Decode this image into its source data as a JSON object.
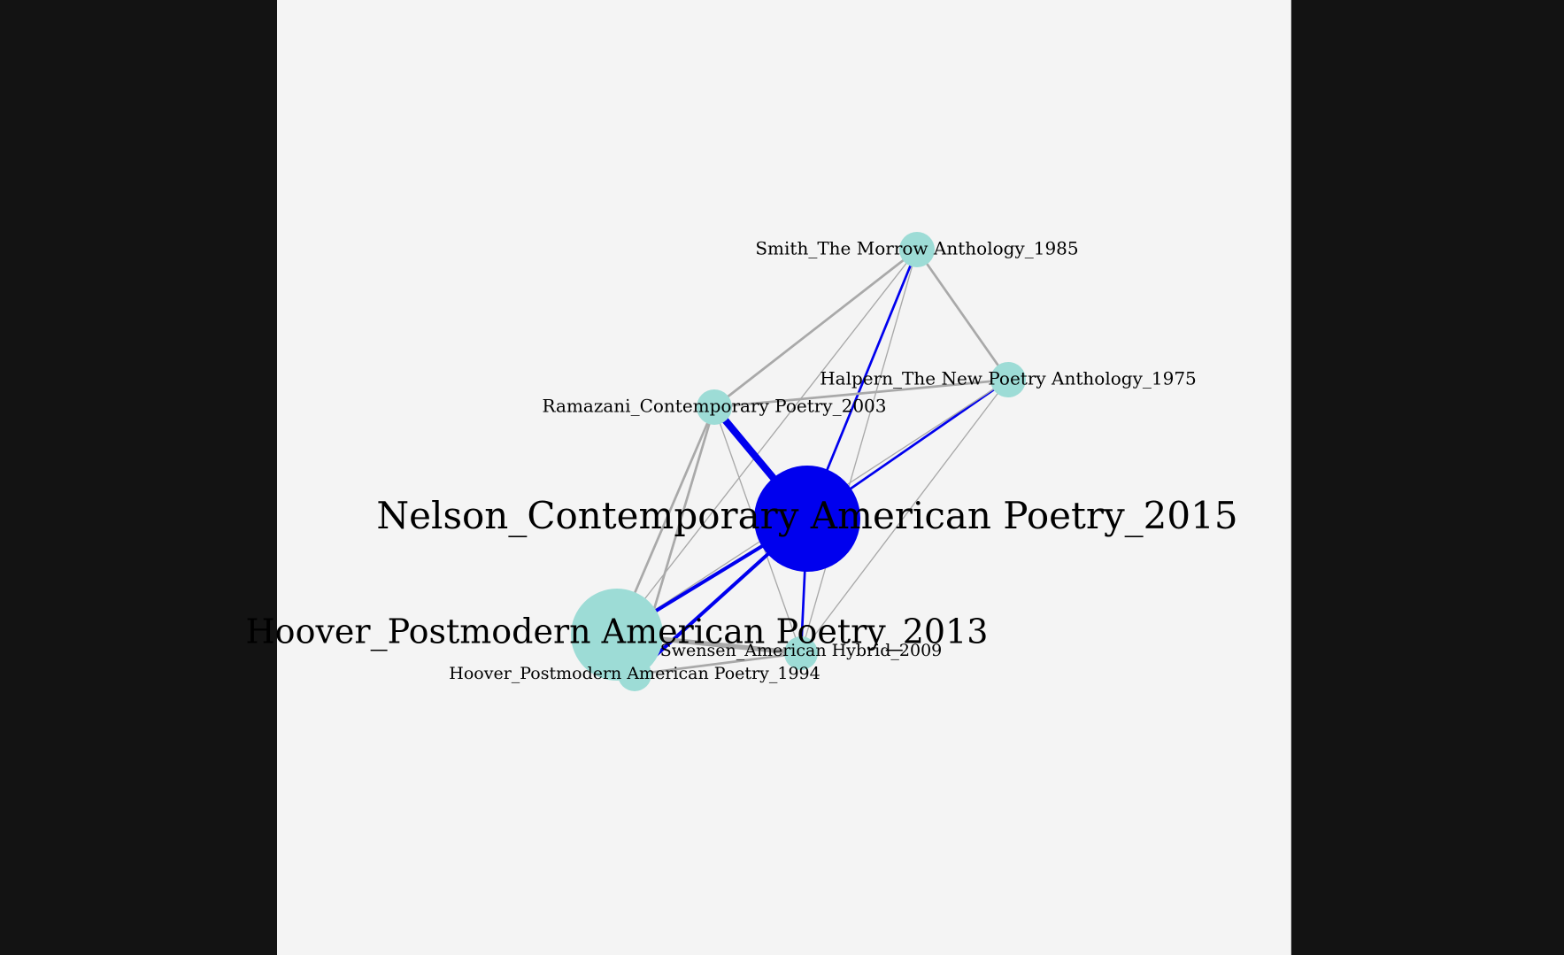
{
  "colors": {
    "page": "#131313",
    "canvas": "#f4f4f4",
    "node_default": "#9ddcd6",
    "node_selected": "#0000ee",
    "edge_default": "#a9a9a9",
    "edge_selected": "#0000ee",
    "label": "#000000"
  },
  "graph": {
    "selected": "nelson2015",
    "nodes": [
      {
        "id": "smith1985",
        "label": "Smith_The Morrow Anthology_1985",
        "weight": 1
      },
      {
        "id": "halpern1975",
        "label": "Halpern_The New Poetry Anthology_1975",
        "weight": 1
      },
      {
        "id": "ramazani2003",
        "label": "Ramazani_Contemporary Poetry_2003",
        "weight": 1
      },
      {
        "id": "nelson2015",
        "label": "Nelson_Contemporary American Poetry_2015",
        "weight": 6
      },
      {
        "id": "hoover2013",
        "label": "Hoover_Postmodern American Poetry_2013",
        "weight": 5
      },
      {
        "id": "swensen2009",
        "label": "Swensen_American Hybrid_2009",
        "weight": 1
      },
      {
        "id": "hoover1994",
        "label": "Hoover_Postmodern American Poetry_1994",
        "weight": 1
      }
    ],
    "edges": [
      {
        "source": "smith1985",
        "target": "halpern1975",
        "weight": 2
      },
      {
        "source": "smith1985",
        "target": "ramazani2003",
        "weight": 2
      },
      {
        "source": "smith1985",
        "target": "nelson2015",
        "weight": 2
      },
      {
        "source": "smith1985",
        "target": "hoover2013",
        "weight": 1
      },
      {
        "source": "smith1985",
        "target": "swensen2009",
        "weight": 1
      },
      {
        "source": "halpern1975",
        "target": "ramazani2003",
        "weight": 2
      },
      {
        "source": "halpern1975",
        "target": "nelson2015",
        "weight": 2
      },
      {
        "source": "halpern1975",
        "target": "hoover2013",
        "weight": 1
      },
      {
        "source": "halpern1975",
        "target": "swensen2009",
        "weight": 1
      },
      {
        "source": "ramazani2003",
        "target": "nelson2015",
        "weight": 6
      },
      {
        "source": "ramazani2003",
        "target": "hoover2013",
        "weight": 2
      },
      {
        "source": "ramazani2003",
        "target": "hoover1994",
        "weight": 2
      },
      {
        "source": "ramazani2003",
        "target": "swensen2009",
        "weight": 1
      },
      {
        "source": "nelson2015",
        "target": "hoover2013",
        "weight": 3
      },
      {
        "source": "nelson2015",
        "target": "hoover1994",
        "weight": 3
      },
      {
        "source": "nelson2015",
        "target": "swensen2009",
        "weight": 2
      },
      {
        "source": "hoover2013",
        "target": "swensen2009",
        "weight": 4
      },
      {
        "source": "hoover2013",
        "target": "hoover1994",
        "weight": 2
      },
      {
        "source": "hoover1994",
        "target": "swensen2009",
        "weight": 2
      }
    ]
  }
}
